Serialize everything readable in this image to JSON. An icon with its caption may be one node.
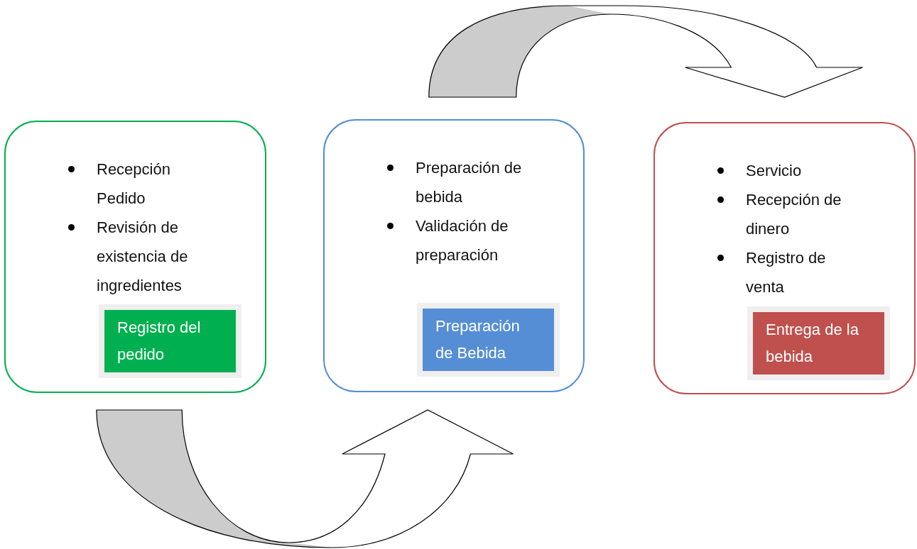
{
  "diagram": {
    "nodes": [
      {
        "text": [
          "Recepción Pedido",
          "Revisión de existencia de ingredientes"
        ]
      },
      {
        "text": [
          "Registro del pedido"
        ],
        "in": 0
      },
      {
        "text": [
          "Preparación de bebida",
          "Validación de preparación"
        ]
      },
      {
        "text": [
          "Preparación de Bebida"
        ],
        "in": 2
      },
      {
        "text": [
          "Servicio",
          "Recepción de dinero",
          "Registro de venta"
        ]
      },
      {
        "text": [
          "Entrega de la bebida"
        ],
        "in": 4
      }
    ],
    "edges": [
      {
        "from": 0,
        "to": 2,
        "arrow": "to"
      },
      {
        "from": 2,
        "to": 4,
        "arrow": "to"
      }
    ]
  }
}
